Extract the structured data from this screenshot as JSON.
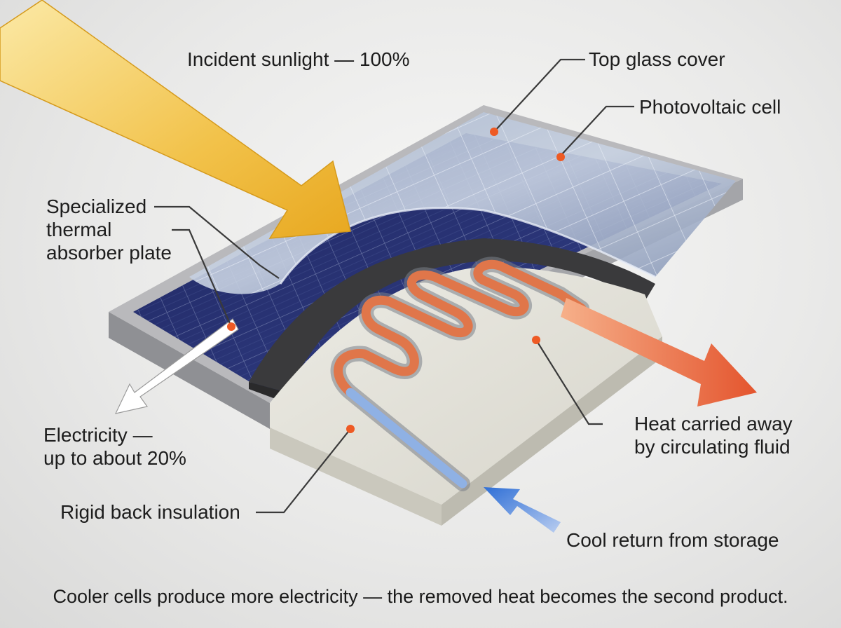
{
  "labels": {
    "incident_sunlight": "Incident sunlight — 100%",
    "top_glass_cover": "Top glass cover",
    "photovoltaic_cell": "Photovoltaic cell",
    "absorber_plate": "Specialized\nthermal\nabsorber plate",
    "electricity": "Electricity —\nup to about 20%",
    "heat_carried_away": "Heat carried away\nby circulating fluid",
    "back_insulation": "Rigid back insulation",
    "cool_return": "Cool return from storage"
  },
  "caption": "Cooler cells produce more electricity — the removed heat becomes the second product.",
  "colors": {
    "sunlight": "#f0c04a",
    "heat": "#e8643a",
    "cool_return": "#2f6fd6",
    "electricity": "#ffffff",
    "pv_cell": "#27306b",
    "marker": "#ee5a24",
    "leader": "#3a3a3a"
  }
}
